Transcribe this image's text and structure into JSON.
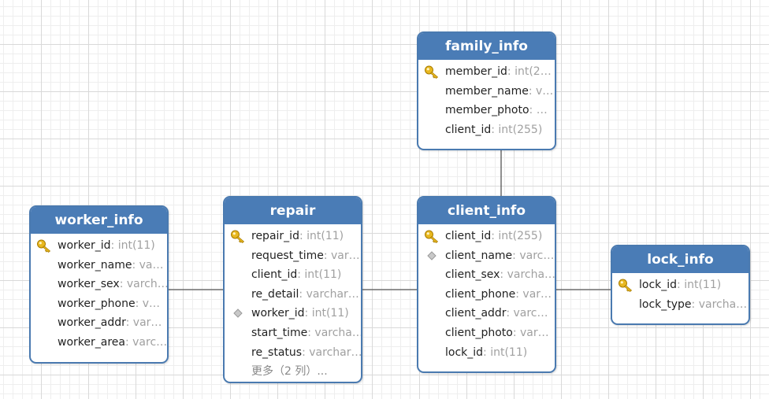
{
  "tables": {
    "family_info": {
      "title": "family_info",
      "columns": [
        {
          "name": "member_id",
          "type": ": int(2…",
          "key": "primary"
        },
        {
          "name": "member_name",
          "type": ": v…",
          "key": ""
        },
        {
          "name": "member_photo",
          "type": ": …",
          "key": ""
        },
        {
          "name": "client_id",
          "type": ": int(255)",
          "key": ""
        }
      ]
    },
    "worker_info": {
      "title": "worker_info",
      "columns": [
        {
          "name": "worker_id",
          "type": ": int(11)",
          "key": "primary"
        },
        {
          "name": "worker_name",
          "type": ": va…",
          "key": ""
        },
        {
          "name": "worker_sex",
          "type": ": varch…",
          "key": ""
        },
        {
          "name": "worker_phone",
          "type": ": v…",
          "key": ""
        },
        {
          "name": "worker_addr",
          "type": ": var…",
          "key": ""
        },
        {
          "name": "worker_area",
          "type": ": varc…",
          "key": ""
        }
      ]
    },
    "repair": {
      "title": "repair",
      "columns": [
        {
          "name": "repair_id",
          "type": ": int(11)",
          "key": "primary"
        },
        {
          "name": "request_time",
          "type": ": var…",
          "key": ""
        },
        {
          "name": "client_id",
          "type": ": int(11)",
          "key": ""
        },
        {
          "name": "re_detail",
          "type": ": varchar…",
          "key": ""
        },
        {
          "name": "worker_id",
          "type": ": int(11)",
          "key": "foreign"
        },
        {
          "name": "start_time",
          "type": ": varcha…",
          "key": ""
        },
        {
          "name": "re_status",
          "type": ": varchar…",
          "key": ""
        }
      ],
      "more": "更多（2 列）..."
    },
    "client_info": {
      "title": "client_info",
      "columns": [
        {
          "name": "client_id",
          "type": ": int(255)",
          "key": "primary"
        },
        {
          "name": "client_name",
          "type": ": varc…",
          "key": "foreign"
        },
        {
          "name": "client_sex",
          "type": ": varcha…",
          "key": ""
        },
        {
          "name": "client_phone",
          "type": ": var…",
          "key": ""
        },
        {
          "name": "client_addr",
          "type": ": varc…",
          "key": ""
        },
        {
          "name": "client_photo",
          "type": ": var…",
          "key": ""
        },
        {
          "name": "lock_id",
          "type": ": int(11)",
          "key": ""
        }
      ]
    },
    "lock_info": {
      "title": "lock_info",
      "columns": [
        {
          "name": "lock_id",
          "type": ": int(11)",
          "key": "primary"
        },
        {
          "name": "lock_type",
          "type": ": varcha…",
          "key": ""
        }
      ]
    }
  },
  "relations": [
    {
      "from": "worker_info",
      "to": "repair"
    },
    {
      "from": "repair",
      "to": "client_info"
    },
    {
      "from": "family_info",
      "to": "client_info"
    },
    {
      "from": "client_info",
      "to": "lock_info"
    }
  ],
  "colors": {
    "header": "#4a7cb6",
    "border": "#4a7ab0",
    "type_text": "#a0a0a0",
    "key_icon": "#e8b820",
    "line": "#555555"
  }
}
